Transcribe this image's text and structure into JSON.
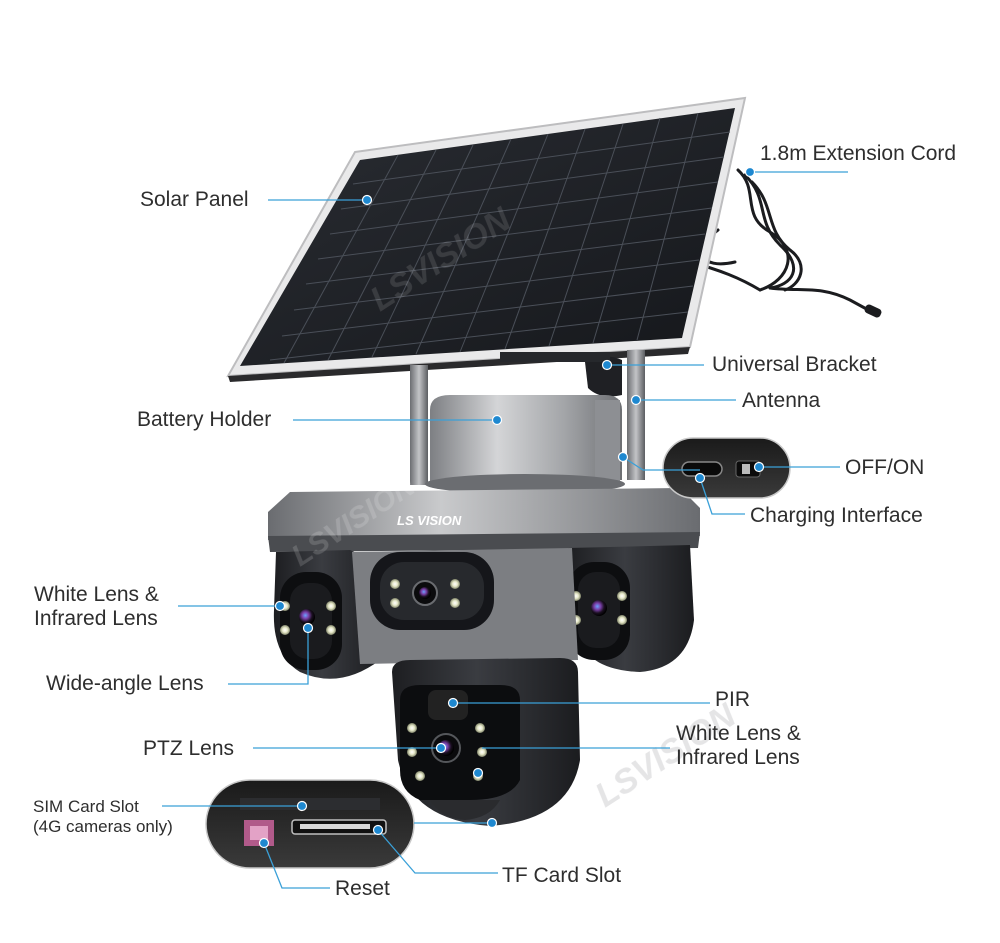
{
  "brand": {
    "name": "LS VISION",
    "watermark": "LSVISION"
  },
  "colors": {
    "leader": "#3aa0d8",
    "dot": "#1e88d0",
    "panel": "#1d1f24",
    "frame": "#dcdcdc",
    "body": "#2b2d31",
    "silver": "#9a9ca0"
  },
  "labels": {
    "solar_panel": "Solar Panel",
    "extension_cord": "1.8m Extension Cord",
    "universal_bracket": "Universal Bracket",
    "antenna": "Antenna",
    "battery_holder": "Battery Holder",
    "off_on": "OFF/ON",
    "charging_interface": "Charging Interface",
    "white_infrared_left_1": "White Lens &",
    "white_infrared_left_2": "Infrared Lens",
    "wide_angle_lens": "Wide-angle Lens",
    "pir": "PIR",
    "ptz_lens": "PTZ Lens",
    "white_infrared_right_1": "White Lens &",
    "white_infrared_right_2": "Infrared Lens",
    "sim_card_slot_1": "SIM Card Slot",
    "sim_card_slot_2": "(4G cameras only)",
    "tf_card_slot": "TF Card Slot",
    "reset": "Reset"
  }
}
